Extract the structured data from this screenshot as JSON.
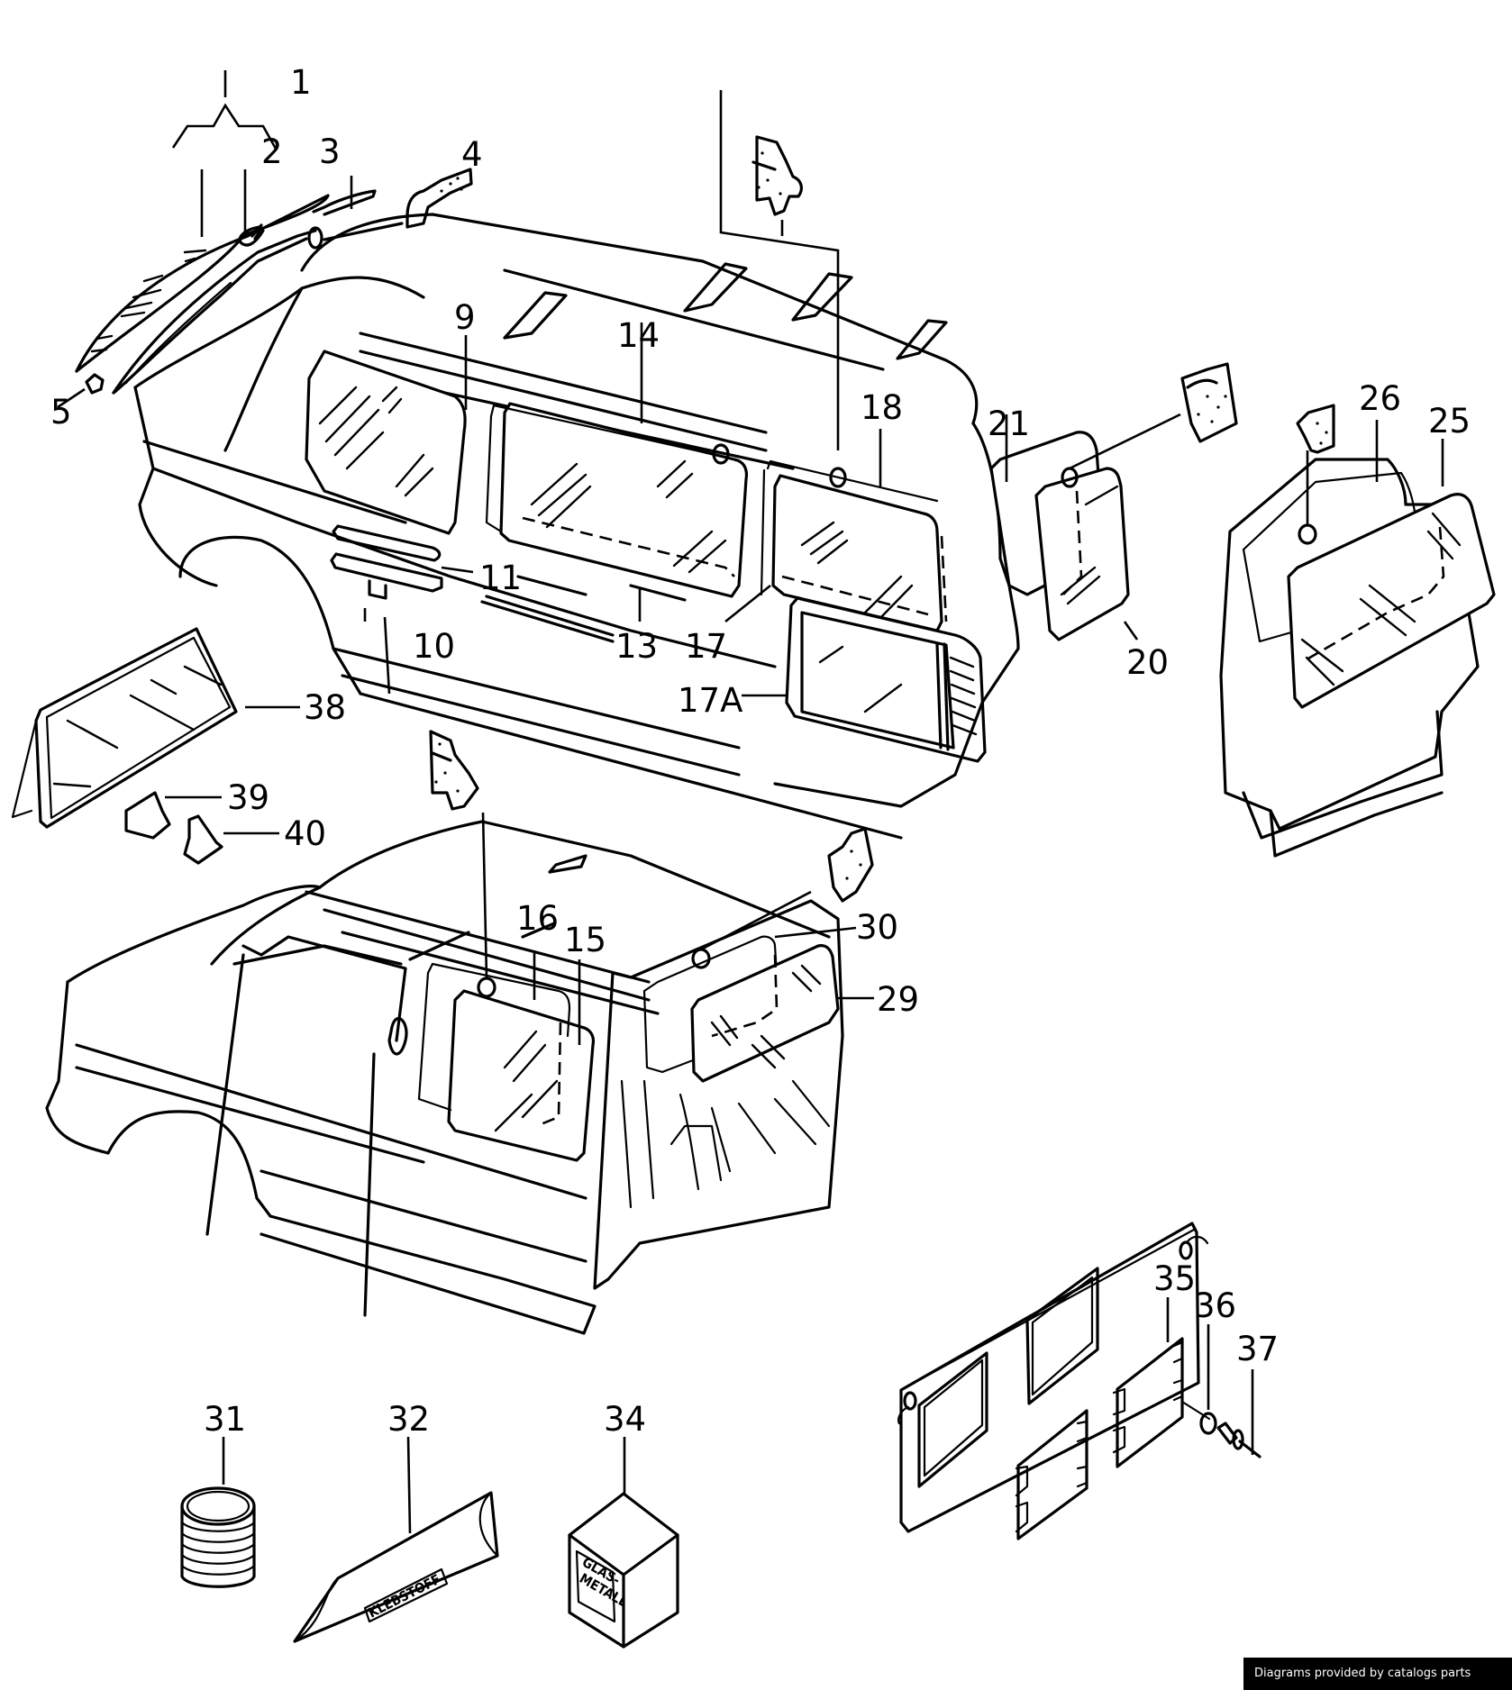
{
  "diagram": {
    "title": "Vehicle windows / glass parts exploded view",
    "callouts": {
      "c1": "1",
      "c2": "2",
      "c3": "3",
      "c4": "4",
      "c5": "5",
      "c9": "9",
      "c10": "10",
      "c11": "11",
      "c13": "13",
      "c14": "14",
      "c15": "15",
      "c16": "16",
      "c17": "17",
      "c17a": "17A",
      "c18": "18",
      "c20": "20",
      "c21": "21",
      "c25": "25",
      "c26": "26",
      "c29": "29",
      "c30": "30",
      "c31": "31",
      "c32": "32",
      "c34": "34",
      "c35": "35",
      "c36": "36",
      "c37": "37",
      "c38": "38",
      "c39": "39",
      "c40": "40"
    },
    "package_labels": {
      "adhesive_pack": "KLEBSTOFF",
      "primer_box_line1": "GLAS-",
      "primer_box_line2": "METALL"
    }
  },
  "footer": {
    "credit": "Diagrams provided by catalogs parts"
  }
}
